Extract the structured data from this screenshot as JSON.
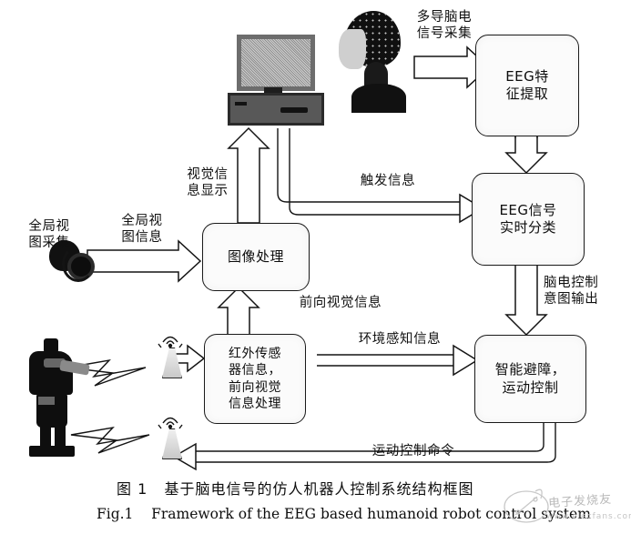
{
  "figure": {
    "caption_cn": "图 1   基于脑电信号的仿人机器人控制系统结构框图",
    "caption_en": "Fig.1    Framework of the EEG based humanoid robot control system"
  },
  "nodes": {
    "eeg_feature": "EEG特\n征提取",
    "eeg_classify": "EEG信号\n实时分类",
    "image_process": "图像处理",
    "ir_sensor": "红外传感\n器信息，\n前向视觉\n信息处理",
    "obstacle": "智能避障，\n运动控制"
  },
  "labels": {
    "eeg_acquire": "多导脑电\n信号采集",
    "visual_display": "视觉信\n息显示",
    "trigger_info": "触发信息",
    "global_capture": "全局视\n图采集",
    "global_info": "全局视\n图信息",
    "forward_vision": "前向视觉信息",
    "env_perception": "环境感知信息",
    "intent_output": "脑电控制\n意图输出",
    "motion_command": "运动控制命令"
  },
  "icons": {
    "monitor": "computer-monitor-icon",
    "head": "eeg-cap-head-icon",
    "camera": "global-camera-icon",
    "robot": "humanoid-robot-icon",
    "antenna_up": "wireless-antenna-uplink-icon",
    "antenna_down": "wireless-antenna-downlink-icon",
    "signal_up": "lightning-signal-icon",
    "signal_down": "lightning-signal-icon"
  },
  "watermark": {
    "brand": "电子发烧友",
    "url": "www.elecfans.com"
  },
  "colors": {
    "ink": "#141414",
    "box_fill": "#fbfbfb",
    "paper": "#ffffff"
  }
}
